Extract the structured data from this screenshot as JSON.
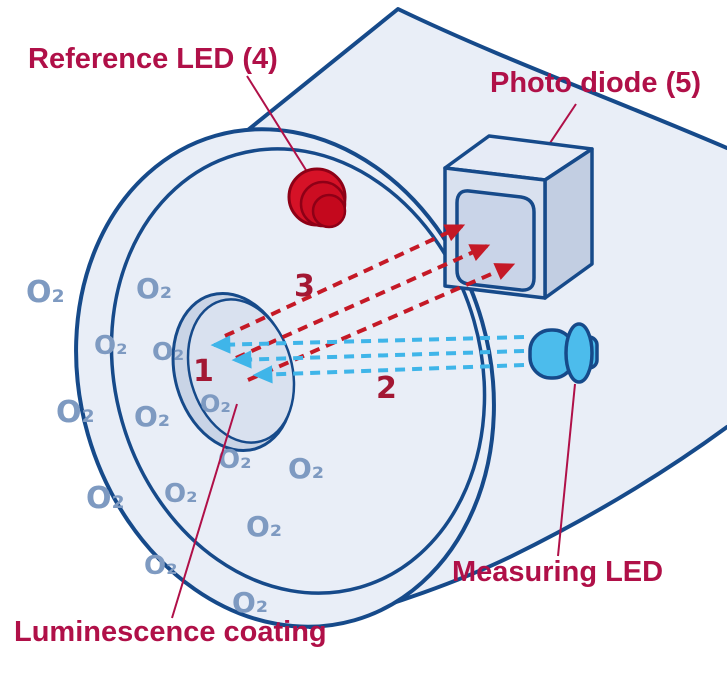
{
  "labels": {
    "reference_led": "Reference LED (4)",
    "photo_diode": "Photo diode (5)",
    "measuring_led": "Measuring LED",
    "luminescence_coating": "Luminescence coating",
    "o2": "O₂"
  },
  "steps": {
    "one": "1",
    "two": "2",
    "three": "3"
  },
  "colors": {
    "background": "#ffffff",
    "outline_navy": "#164a8a",
    "body_fill": "#e9eef7",
    "label_crimson": "#b01048",
    "step_number_red": "#a31733",
    "emission_arrow_red": "#c51926",
    "excitation_arrow_blue": "#3fb5e9",
    "o2_text_blue": "#7e9ac1",
    "reference_led_red": "#d61227",
    "measuring_led_blue": "#4cbcec",
    "device_fill": "#d9e1ef"
  }
}
